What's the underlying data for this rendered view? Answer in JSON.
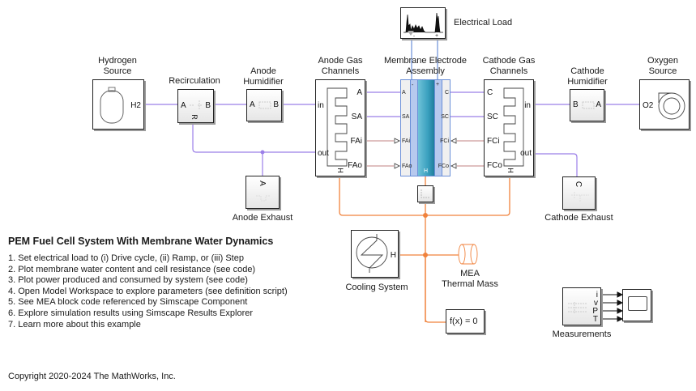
{
  "colors": {
    "gas_line": "#9b7fe8",
    "thermal_line": "#f0823c",
    "flow_line": "#c08080",
    "electrical_line": "#6a8fd8",
    "mea_blue": "#b7c9ee",
    "mea_membrane": "#3aa0bf"
  },
  "blocks": {
    "hydrogen_source": {
      "label": "Hydrogen\nSource",
      "label_lines": [
        "Hydrogen",
        "Source"
      ],
      "port": "H2",
      "icon": "gas-tank-icon"
    },
    "recirculation": {
      "label_lines": [
        "Recirculation"
      ],
      "ports": [
        "A",
        "B",
        "R"
      ],
      "icon": "pump-icon"
    },
    "anode_humidifier": {
      "label_lines": [
        "Anode",
        "Humidifier"
      ],
      "ports": [
        "A",
        "B"
      ],
      "icon": "humidifier-icon"
    },
    "anode_gas_channels": {
      "label_lines": [
        "Anode Gas",
        "Channels"
      ],
      "ports_left": [
        "in",
        "out"
      ],
      "ports_right": [
        "A",
        "SA",
        "FAi",
        "FAo"
      ],
      "port_bottom": "H",
      "icon": "serpentine-channel-icon"
    },
    "mea": {
      "label_lines": [
        "Membrane Electrode",
        "Assembly"
      ],
      "ports_left": [
        "A",
        "SA",
        "FAi",
        "FAo"
      ],
      "ports_right": [
        "C",
        "SC",
        "FCi",
        "FCo"
      ],
      "port_top_left": "-",
      "port_top_right": "+",
      "port_bottom": "H"
    },
    "cathode_gas_channels": {
      "label_lines": [
        "Cathode Gas",
        "Channels"
      ],
      "ports_left": [
        "C",
        "SC",
        "FCi",
        "FCo"
      ],
      "ports_right": [
        "in",
        "out"
      ],
      "port_bottom": "H",
      "icon": "serpentine-channel-icon"
    },
    "cathode_humidifier": {
      "label_lines": [
        "Cathode",
        "Humidifier"
      ],
      "ports": [
        "B",
        "A"
      ],
      "icon": "humidifier-icon"
    },
    "oxygen_source": {
      "label_lines": [
        "Oxygen",
        "Source"
      ],
      "port": "O2",
      "icon": "compressor-icon"
    },
    "electrical_load": {
      "label": "Electrical Load",
      "ports": [
        "-",
        "+"
      ],
      "icon": "load-profile-icon"
    },
    "anode_exhaust": {
      "label": "Anode Exhaust",
      "port": "A",
      "icon": "valve-icon"
    },
    "cathode_exhaust": {
      "label": "Cathode Exhaust",
      "port": "C",
      "icon": "valve-icon"
    },
    "cooling_system": {
      "label": "Cooling System",
      "port": "H",
      "icon": "heat-exchanger-icon"
    },
    "mea_thermal_mass": {
      "label_lines": [
        "MEA",
        "Thermal Mass"
      ],
      "icon": "thermal-mass-icon"
    },
    "solver_config": {
      "label": "f(x) = 0"
    },
    "measurements": {
      "label": "Measurements",
      "ports": [
        "i",
        "v",
        "P",
        "T"
      ],
      "icon": "sensor-icon"
    },
    "scope": {
      "icon": "scope-icon"
    }
  },
  "annotation": {
    "title": "PEM Fuel Cell System With Membrane Water Dynamics",
    "steps": [
      "1. Set electrical load to (i) Drive cycle, (ii) Ramp, or (iii) Step",
      "2. Plot membrane water content and cell resistance (see code)",
      "3. Plot power produced and consumed by system (see code)",
      "4. Open Model Workspace to explore parameters (see definition script)",
      "5. See MEA block code referenced by Simscape Component",
      "6. Explore simulation results using Simscape Results Explorer",
      "7. Learn more about this example"
    ],
    "copyright": "Copyright 2020-2024 The MathWorks, Inc."
  }
}
